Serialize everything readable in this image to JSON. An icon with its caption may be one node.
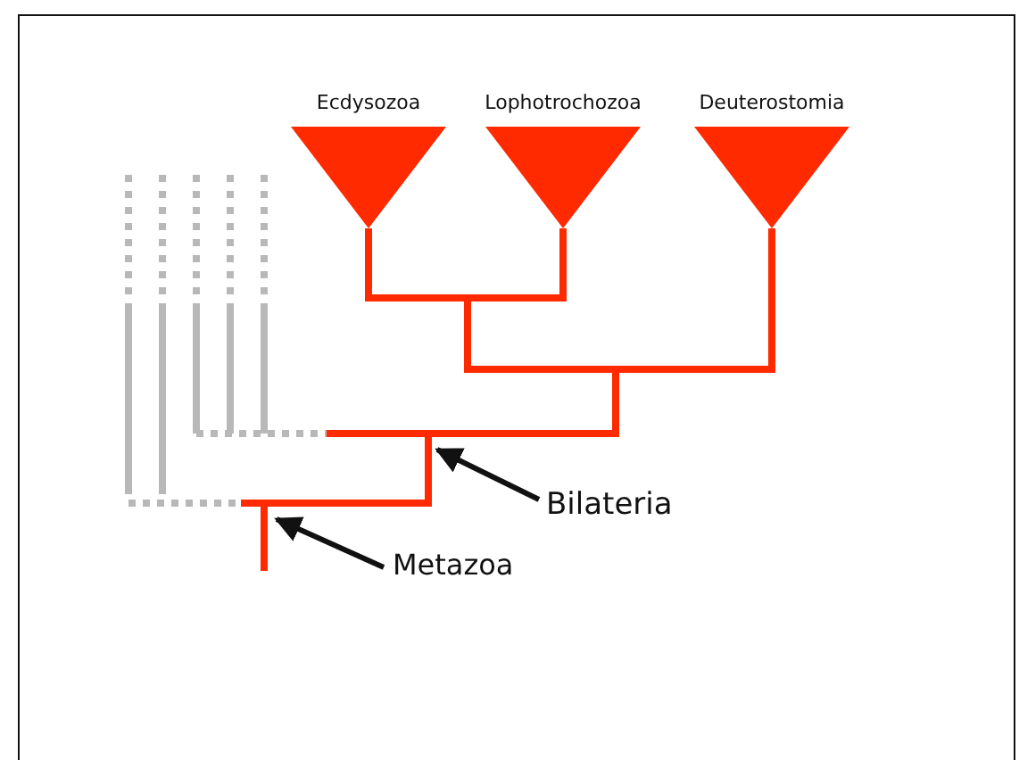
{
  "diagram": {
    "nodes": [
      {
        "text": [
          "Ecdysozoa"
        ]
      },
      {
        "text": [
          "Lophotrochozoa"
        ]
      },
      {
        "text": [
          "Deuterostomia"
        ]
      },
      {
        "text": [
          "Bilateria"
        ]
      },
      {
        "text": [
          "Metazoa"
        ]
      }
    ],
    "edges": [
      {
        "from": 0,
        "to": 1,
        "arrow": "none",
        "color": "#ff2a00"
      },
      {
        "from": 2,
        "to": 0,
        "arrow": "none",
        "color": "#ff2a00"
      },
      {
        "from": 3,
        "to": null,
        "arrow": "to",
        "color": "#111111"
      },
      {
        "from": 4,
        "to": null,
        "arrow": "to",
        "color": "#111111"
      }
    ]
  }
}
